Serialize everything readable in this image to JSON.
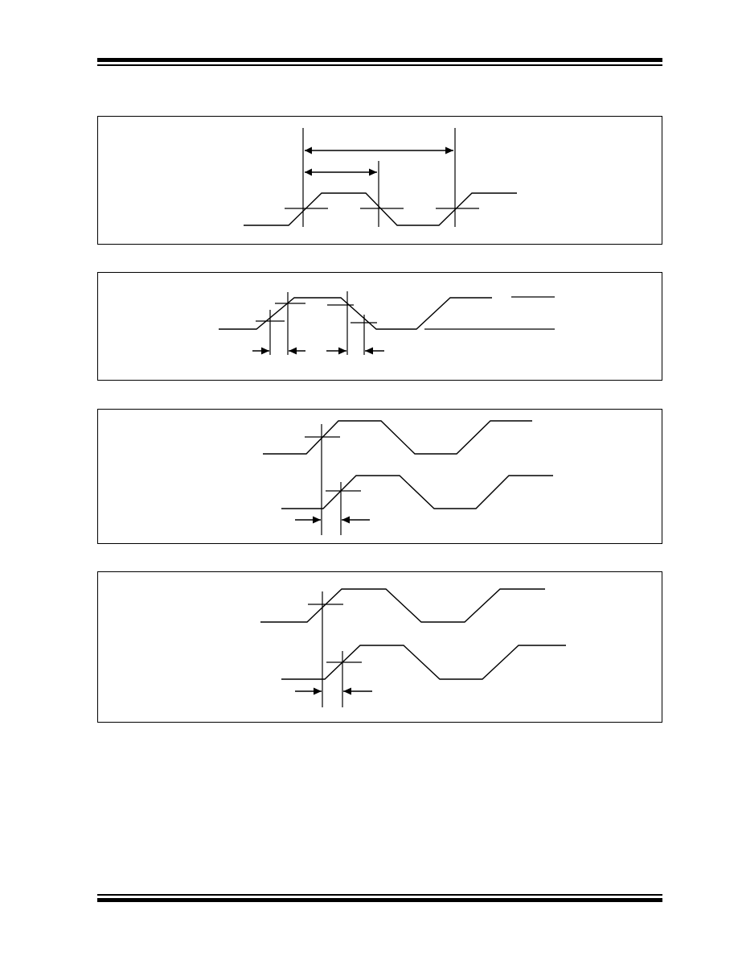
{
  "document": {
    "header_rule": "double-line",
    "footer_rule": "double-line"
  },
  "figures": [
    {
      "id": "clock-timing",
      "description_text": ""
    },
    {
      "id": "rise-fall-timing",
      "description_text": ""
    },
    {
      "id": "output-delay-timing",
      "description_text": ""
    },
    {
      "id": "input-delay-timing",
      "description_text": ""
    }
  ],
  "colors": {
    "ink": "#000000",
    "paper": "#ffffff"
  }
}
